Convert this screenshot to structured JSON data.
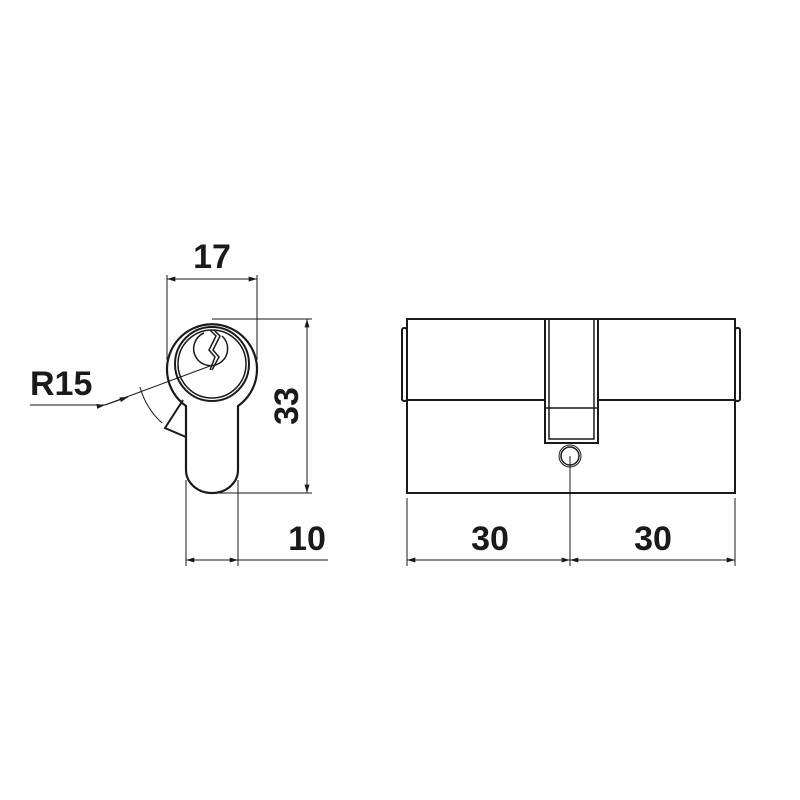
{
  "title": "Euro profile cylinder dimensions",
  "dimensions": {
    "width": "17",
    "height": "33",
    "radius": "R15",
    "lower_width": "10",
    "left_length": "30",
    "right_length": "30"
  },
  "colors": {
    "line": "#1a1a1a",
    "background": "#ffffff"
  }
}
